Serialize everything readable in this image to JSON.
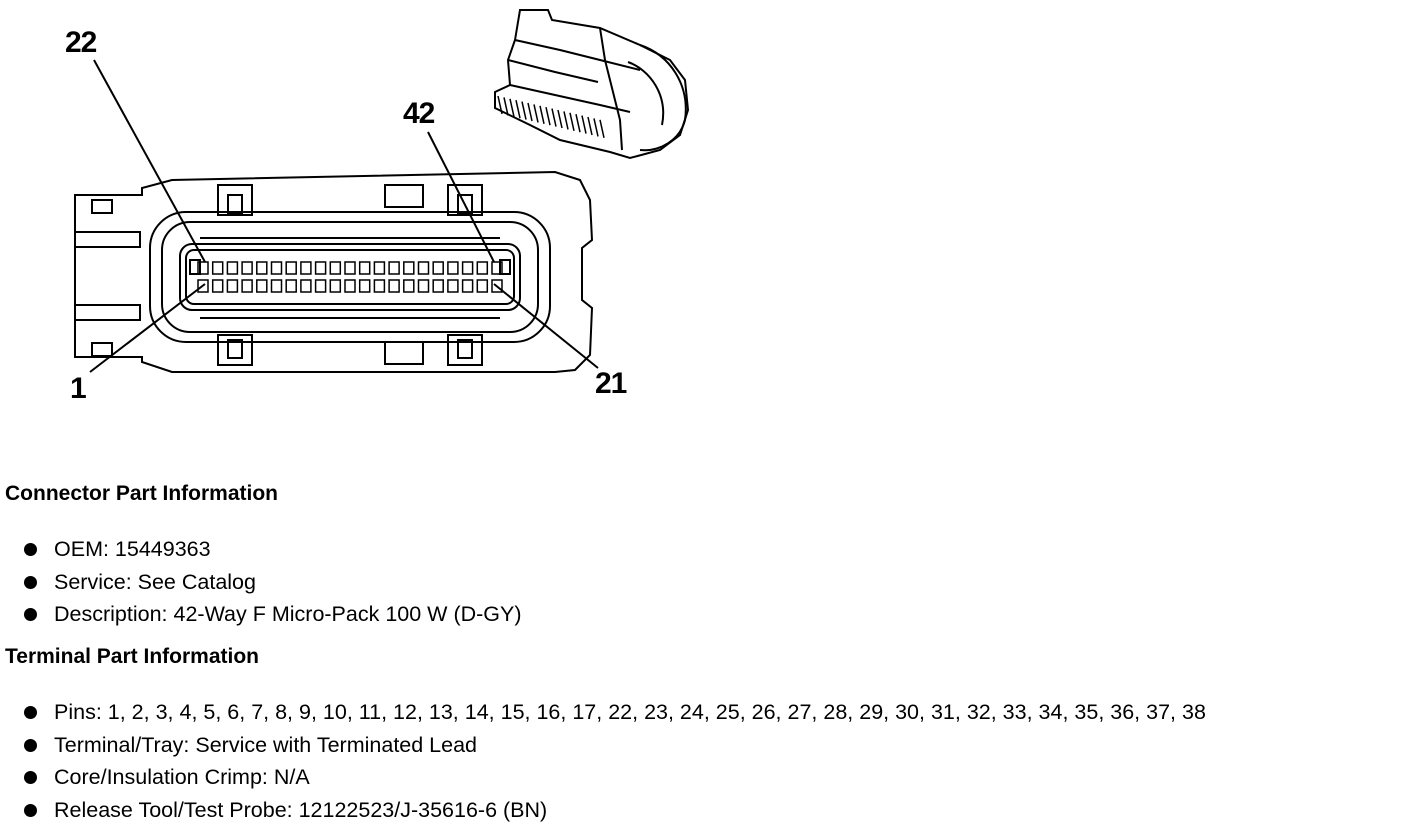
{
  "diagram": {
    "callouts": {
      "c22": "22",
      "c42": "42",
      "c1": "1",
      "c21": "21"
    },
    "pins_per_row": 21
  },
  "connector": {
    "heading": "Connector Part Information",
    "items": [
      "OEM: 15449363",
      "Service: See Catalog",
      "Description: 42-Way F Micro-Pack 100 W (D-GY)"
    ]
  },
  "terminal": {
    "heading": "Terminal Part Information",
    "items": [
      "Pins: 1, 2, 3, 4, 5, 6, 7, 8, 9, 10, 11, 12, 13, 14, 15, 16, 17, 22, 23, 24, 25, 26, 27, 28, 29, 30, 31, 32, 33, 34, 35, 36, 37, 38",
      "Terminal/Tray: Service with Terminated Lead",
      "Core/Insulation Crimp: N/A",
      "Release Tool/Test Probe: 12122523/J-35616-6 (BN)"
    ]
  }
}
